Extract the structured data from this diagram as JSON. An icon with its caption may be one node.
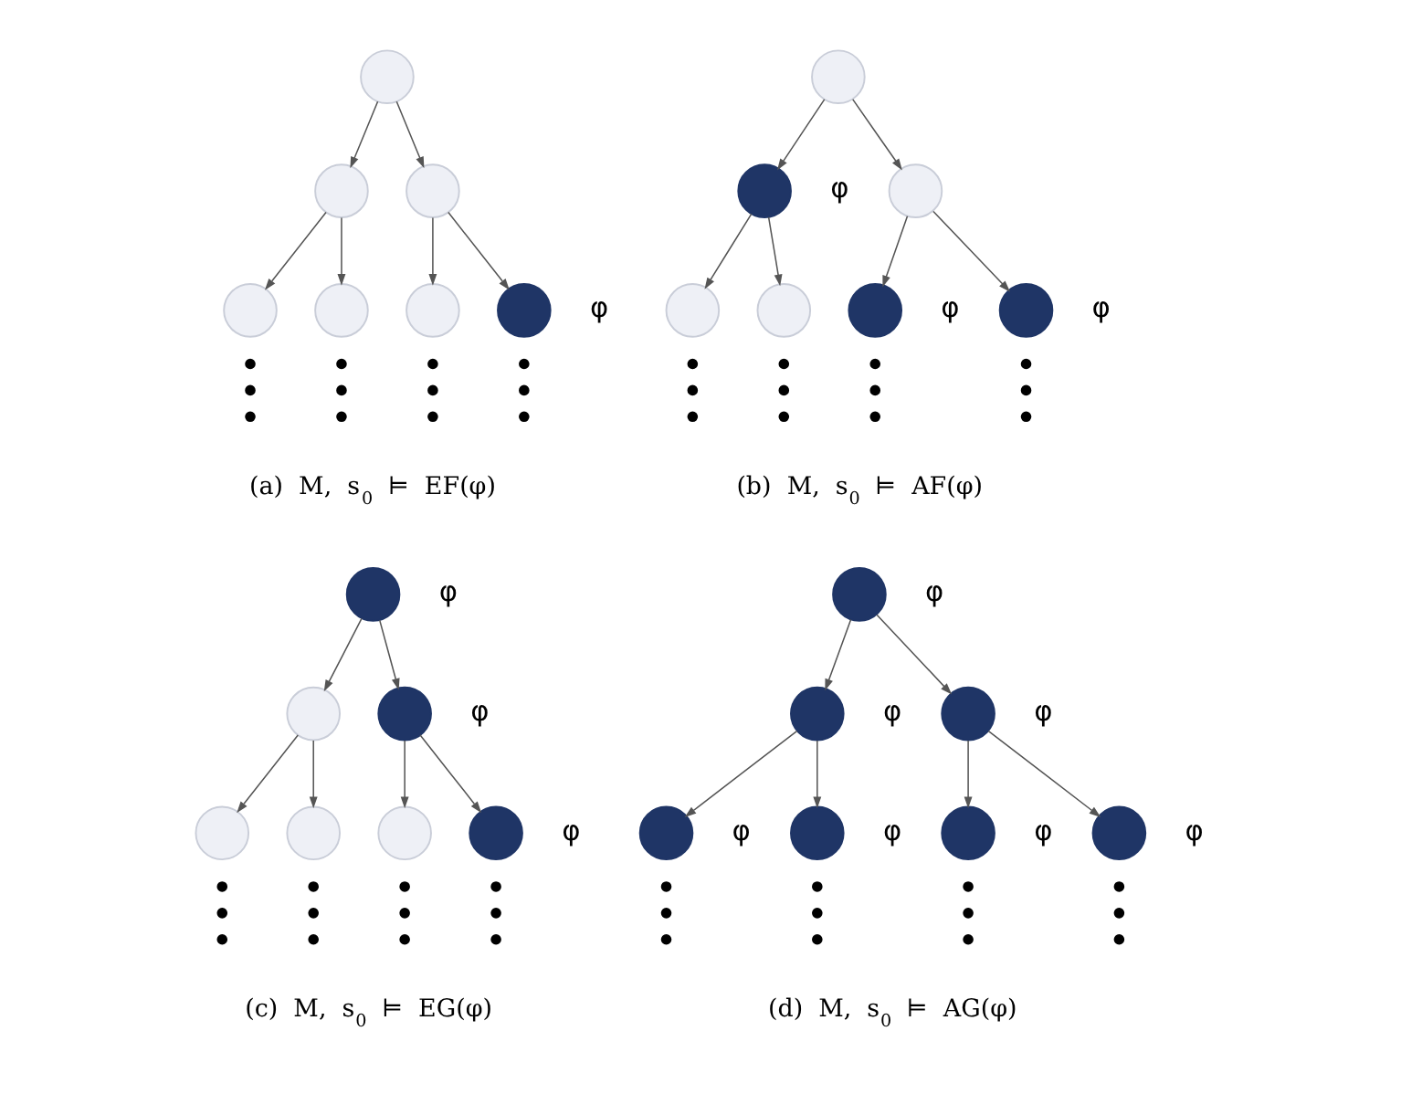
{
  "diagram": {
    "nodes": [
      {
        "text": [],
        "shape": "circle"
      },
      {
        "text": [],
        "shape": "circle"
      },
      {
        "text": [],
        "shape": "circle"
      },
      {
        "text": [],
        "shape": "circle"
      },
      {
        "text": [],
        "shape": "circle"
      },
      {
        "text": [],
        "shape": "circle"
      },
      {
        "text": [],
        "shape": "circle",
        "beside": [
          "φ"
        ]
      },
      {
        "text": [],
        "shape": "circle"
      },
      {
        "text": [],
        "shape": "circle",
        "beside": [
          "φ"
        ]
      },
      {
        "text": [],
        "shape": "circle"
      },
      {
        "text": [],
        "shape": "circle"
      },
      {
        "text": [],
        "shape": "circle"
      },
      {
        "text": [],
        "shape": "circle",
        "beside": [
          "φ"
        ]
      },
      {
        "text": [],
        "shape": "circle",
        "beside": [
          "φ"
        ]
      },
      {
        "text": [],
        "shape": "circle",
        "beside": [
          "φ"
        ]
      },
      {
        "text": [],
        "shape": "circle"
      },
      {
        "text": [],
        "shape": "circle",
        "beside": [
          "φ"
        ]
      },
      {
        "text": [],
        "shape": "circle"
      },
      {
        "text": [],
        "shape": "circle"
      },
      {
        "text": [],
        "shape": "circle"
      },
      {
        "text": [],
        "shape": "circle",
        "beside": [
          "φ"
        ]
      },
      {
        "text": [],
        "shape": "circle",
        "beside": [
          "φ"
        ]
      },
      {
        "text": [],
        "shape": "circle",
        "beside": [
          "φ"
        ]
      },
      {
        "text": [],
        "shape": "circle",
        "beside": [
          "φ"
        ]
      },
      {
        "text": [],
        "shape": "circle",
        "beside": [
          "φ"
        ]
      },
      {
        "text": [],
        "shape": "circle",
        "beside": [
          "φ"
        ]
      },
      {
        "text": [],
        "shape": "circle",
        "beside": [
          "φ"
        ]
      },
      {
        "text": [],
        "shape": "circle",
        "beside": [
          "φ"
        ]
      }
    ],
    "edges": [
      {
        "from": 0,
        "to": 1,
        "arrow": "to"
      },
      {
        "from": 0,
        "to": 2,
        "arrow": "to"
      },
      {
        "from": 1,
        "to": 3,
        "arrow": "to"
      },
      {
        "from": 1,
        "to": 4,
        "arrow": "to"
      },
      {
        "from": 2,
        "to": 5,
        "arrow": "to"
      },
      {
        "from": 2,
        "to": 6,
        "arrow": "to"
      },
      {
        "from": 7,
        "to": 8,
        "arrow": "to"
      },
      {
        "from": 7,
        "to": 9,
        "arrow": "to"
      },
      {
        "from": 8,
        "to": 10,
        "arrow": "to"
      },
      {
        "from": 8,
        "to": 11,
        "arrow": "to"
      },
      {
        "from": 9,
        "to": 12,
        "arrow": "to"
      },
      {
        "from": 9,
        "to": 13,
        "arrow": "to"
      },
      {
        "from": 14,
        "to": 15,
        "arrow": "to"
      },
      {
        "from": 14,
        "to": 16,
        "arrow": "to"
      },
      {
        "from": 15,
        "to": 17,
        "arrow": "to"
      },
      {
        "from": 15,
        "to": 18,
        "arrow": "to"
      },
      {
        "from": 16,
        "to": 19,
        "arrow": "to"
      },
      {
        "from": 16,
        "to": 20,
        "arrow": "to"
      },
      {
        "from": 21,
        "to": 22,
        "arrow": "to"
      },
      {
        "from": 21,
        "to": 23,
        "arrow": "to"
      },
      {
        "from": 22,
        "to": 24,
        "arrow": "to"
      },
      {
        "from": 22,
        "to": 25,
        "arrow": "to"
      },
      {
        "from": 23,
        "to": 26,
        "arrow": "to"
      },
      {
        "from": 23,
        "to": 27,
        "arrow": "to"
      }
    ],
    "labels": [
      "(a) M, s$_{0}$ ⊨ EF(φ)",
      "(b) M, s$_{0}$ ⊨ AF(φ)",
      "(c) M, s$_{0}$ ⊨ EG(φ)",
      "(d) M, s$_{0}$ ⊨ AG(φ)"
    ]
  }
}
